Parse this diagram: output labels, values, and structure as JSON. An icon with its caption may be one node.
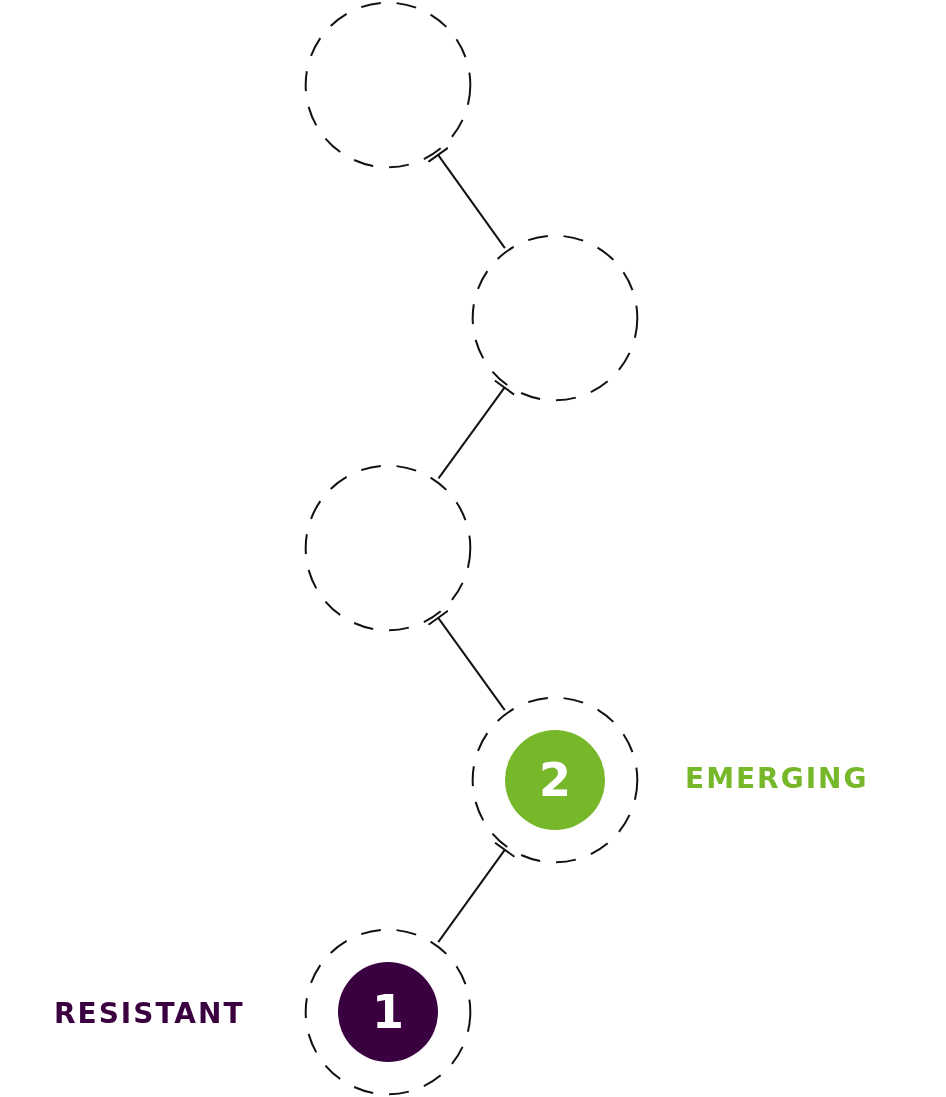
{
  "diagram": {
    "nodes": [
      {
        "text": [],
        "shape": "circle"
      },
      {
        "text": [],
        "shape": "circle"
      },
      {
        "text": [],
        "shape": "circle"
      },
      {
        "text": [],
        "shape": "circle"
      },
      {
        "text": [
          "2"
        ],
        "in": 3,
        "beside": [
          "EMERGING"
        ]
      },
      {
        "text": [],
        "shape": "circle"
      },
      {
        "text": [
          "1"
        ],
        "in": 5,
        "beside": [
          "RESISTANT"
        ]
      }
    ],
    "edges": [
      {
        "from": 5,
        "to": 3,
        "arrow": "other"
      },
      {
        "from": 3,
        "to": 2,
        "arrow": "other"
      },
      {
        "from": 2,
        "to": 1,
        "arrow": "other"
      },
      {
        "from": 1,
        "to": 0,
        "arrow": "other"
      }
    ]
  }
}
